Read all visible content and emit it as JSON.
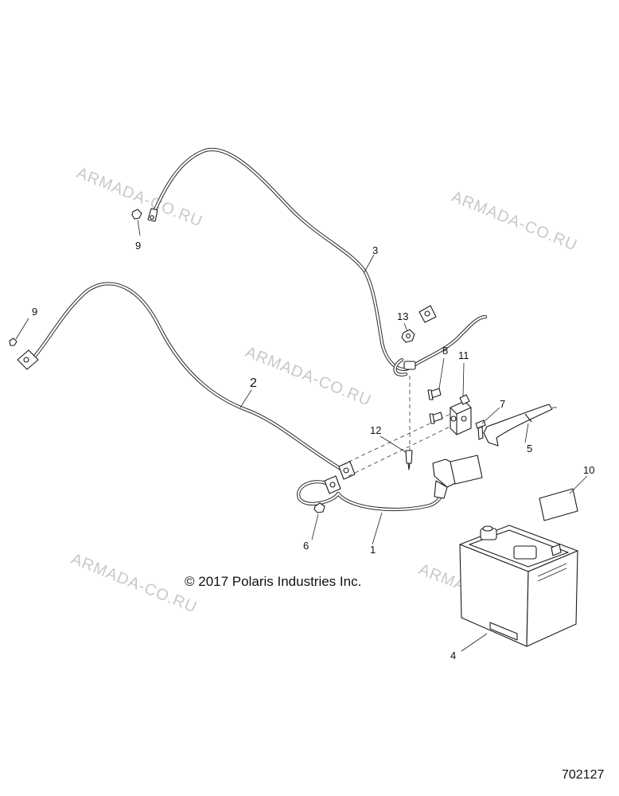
{
  "copyright": "© 2017 Polaris Industries Inc.",
  "drawing_number": "702127",
  "watermark": "ARMADA-CO.RU",
  "callouts": {
    "c1": "1",
    "c2": "2",
    "c3": "3",
    "c4": "4",
    "c5": "5",
    "c6": "6",
    "c7": "7",
    "c8": "8",
    "c9a": "9",
    "c9b": "9",
    "c10": "10",
    "c11": "11",
    "c12": "12",
    "c13": "13"
  },
  "colors": {
    "line": "#1a1a1a",
    "watermark": "#c8c8c8",
    "background": "#ffffff"
  }
}
